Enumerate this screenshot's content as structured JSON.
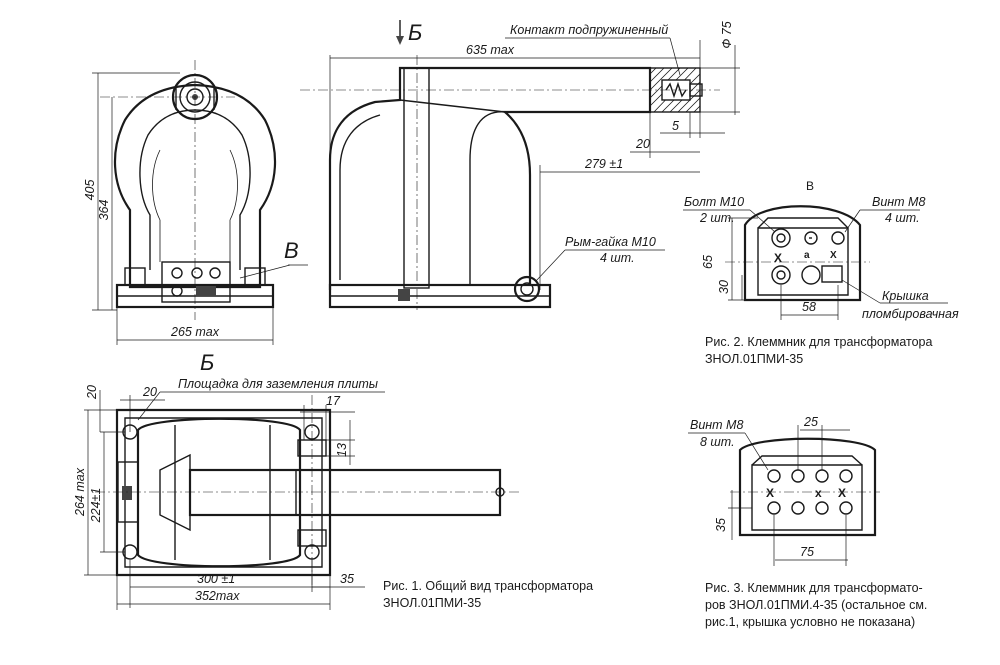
{
  "view_labels": {
    "arrow_b": "Б",
    "section_b": "Б",
    "section_v": "В",
    "callout_v": "В"
  },
  "fig1": {
    "dim_405": "405",
    "dim_364": "364",
    "dim_265": "265 max",
    "dim_635": "635 max",
    "dim_75": "Ф 75",
    "dim_5": "5",
    "dim_20": "20",
    "dim_279": "279 ±1",
    "contact": "Контакт подпружиненный",
    "eye_nut_1": "Рым-гайка М10",
    "eye_nut_2": "4 шт."
  },
  "plan": {
    "ground_pad": "Площадка для заземления плиты",
    "dim_20a": "20",
    "dim_20b": "20",
    "dim_17": "17",
    "dim_13": "13",
    "dim_264": "264 max",
    "dim_224": "224±1",
    "dim_300": "300 ±1",
    "dim_35": "35",
    "dim_352": "352max"
  },
  "fig2": {
    "bolt_1": "Болт М10",
    "bolt_2": "2 шт.",
    "screw_1": "Винт М8",
    "screw_2": "4 шт.",
    "dim_65": "65",
    "dim_30": "30",
    "dim_58": "58",
    "cover_1": "Крышка",
    "cover_2": "пломбировачная"
  },
  "fig3": {
    "screw_1": "Винт М8",
    "screw_2": "8 шт.",
    "dim_25": "25",
    "dim_35": "35",
    "dim_75": "75"
  },
  "captions": {
    "fig1_line1": "Рис. 1. Общий вид трансформатора",
    "fig1_line2": "ЗНОЛ.01ПМИ-35",
    "fig2_line1": "Рис. 2. Клеммник для трансформатора",
    "fig2_line2": "ЗНОЛ.01ПМИ-35",
    "fig3_line1": "Рис. 3. Клеммник для трансформато-",
    "fig3_line2": "ров ЗНОЛ.01ПМИ.4-35 (остальное см.",
    "fig3_line3": "рис.1, крышка условно не показана)"
  }
}
